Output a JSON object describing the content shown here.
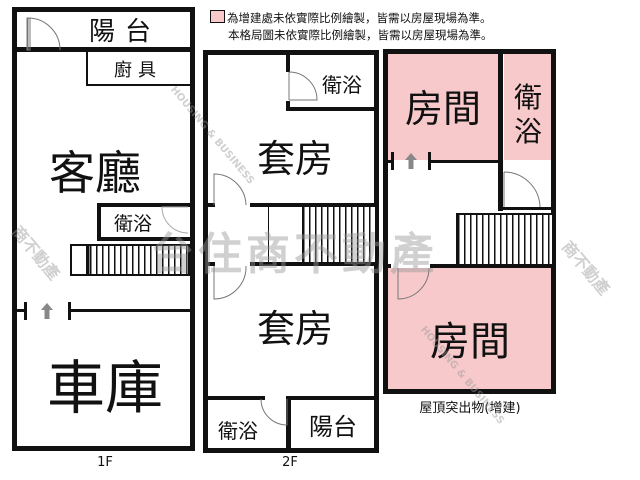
{
  "notices": {
    "legend_text": "為增建處未依實際比例繪製，皆需以房屋現場為準。",
    "scale_note": "本格局圖未依實際比例繪製，皆需以房屋現場為準。",
    "legend_color": "#f8c9cb"
  },
  "floors": [
    {
      "id": "1F",
      "label": "1F",
      "rooms": [
        {
          "name": "balcony",
          "label": "陽台"
        },
        {
          "name": "kitchen",
          "label": "廚具"
        },
        {
          "name": "living-room",
          "label": "客廳"
        },
        {
          "name": "bathroom",
          "label": "衛浴"
        },
        {
          "name": "garage",
          "label": "車庫"
        }
      ]
    },
    {
      "id": "2F",
      "label": "2F",
      "rooms": [
        {
          "name": "bathroom-top",
          "label": "衛浴"
        },
        {
          "name": "suite-top",
          "label": "套房"
        },
        {
          "name": "suite-bottom",
          "label": "套房"
        },
        {
          "name": "bathroom-bottom",
          "label": "衛浴"
        },
        {
          "name": "balcony",
          "label": "陽台"
        }
      ]
    },
    {
      "id": "roof",
      "label": "屋頂突出物(增建)",
      "rooms": [
        {
          "name": "room-top",
          "label": "房間"
        },
        {
          "name": "bathroom",
          "label": "衛浴"
        },
        {
          "name": "room-bottom",
          "label": "房間"
        }
      ]
    }
  ],
  "watermark": {
    "main_text": "住商不動產",
    "prefix_text": "台",
    "english_text": "HOUSING & BUSINESS",
    "side_text": "商不動產"
  },
  "colors": {
    "wall": "#111111",
    "addition_fill": "#f8c9cb",
    "watermark": "#969696"
  }
}
